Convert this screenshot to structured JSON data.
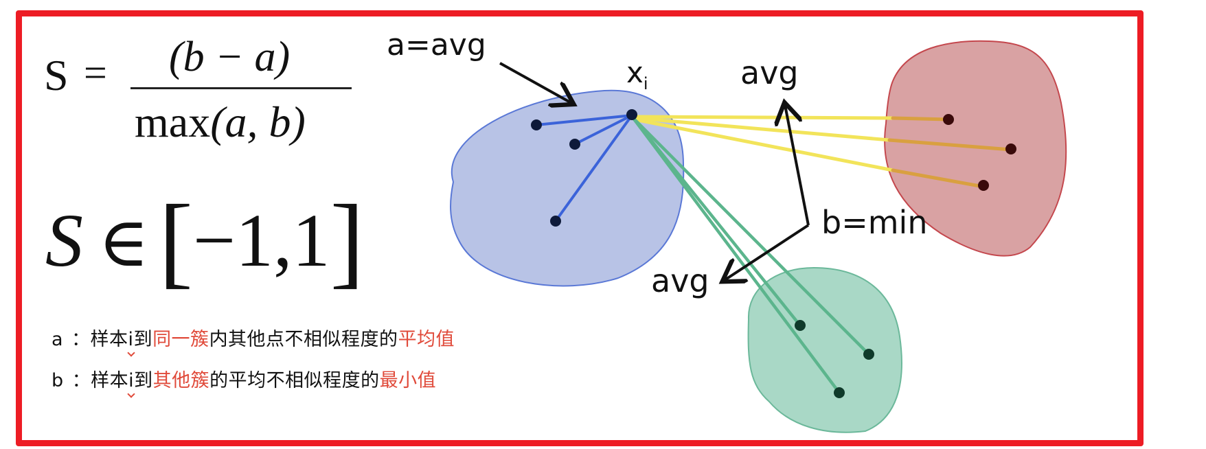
{
  "formula": {
    "lhs": "S",
    "equals": "=",
    "numerator": "(b − a)",
    "denominator_func": "max",
    "denominator_args": "(a, b)",
    "range_symbol": "S",
    "range_relation": "∈",
    "range_open": "[",
    "range_values": "−1,1",
    "range_close": "]"
  },
  "descriptions": [
    {
      "key": "a",
      "sep": "：",
      "prefix": "样本",
      "i": "i",
      "to": "到",
      "highlight1": "同一簇",
      "middle": "内其他点不相似程度的",
      "highlight2": "平均值"
    },
    {
      "key": "b",
      "sep": "：",
      "prefix": "样本",
      "i": "i",
      "to": "到",
      "highlight1": "其他簇",
      "middle": "的平均不相似程度的",
      "highlight2": "最小值"
    }
  ],
  "diagram": {
    "labels": {
      "a_avg": "a=avg",
      "xi": "x",
      "xi_sub": "i",
      "avg_top": "avg",
      "b_min": "b=min",
      "avg_bottom": "avg"
    },
    "colors": {
      "frame": "#ED1C24",
      "blue_cluster_fill": "#B8C3E6",
      "blue_cluster_stroke": "#5A78D6",
      "blue_line": "#3B63D9",
      "red_cluster_fill": "#D9A2A3",
      "red_cluster_stroke": "#C4474D",
      "yellow_line": "#F2E45A",
      "orange_line": "#D9A040",
      "green_cluster_fill": "#A9D8C6",
      "green_cluster_stroke": "#6BB89A",
      "green_line": "#5CB58D",
      "highlight_text": "#E04A3A"
    },
    "clusters": [
      {
        "name": "own-cluster",
        "color": "blue",
        "points": [
          [
            920,
            165
          ],
          [
            781,
            182
          ],
          [
            837,
            210
          ],
          [
            809,
            322
          ]
        ]
      },
      {
        "name": "other-cluster-red",
        "color": "red",
        "points": [
          [
            1381,
            174
          ],
          [
            1472,
            217
          ],
          [
            1432,
            270
          ]
        ]
      },
      {
        "name": "other-cluster-green",
        "color": "green",
        "points": [
          [
            1165,
            474
          ],
          [
            1265,
            516
          ],
          [
            1222,
            572
          ]
        ]
      }
    ]
  }
}
